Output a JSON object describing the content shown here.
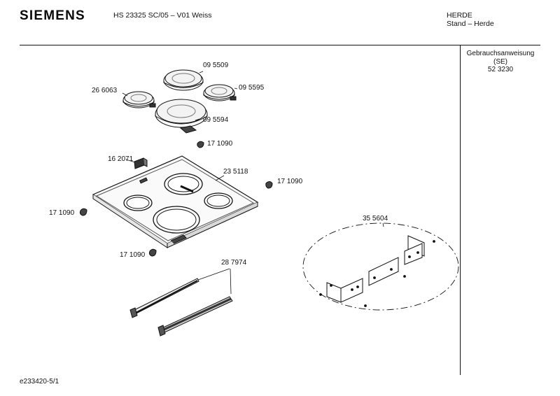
{
  "header": {
    "brand": "SIEMENS",
    "model": "HS 23325 SC/05 – V01 Weiss",
    "category": "HERDE",
    "subcategory": "Stand – Herde"
  },
  "documents": {
    "title": "Gebrauchsanweisung",
    "language": "(SE)",
    "number": "52 3230"
  },
  "parts": {
    "p1": "09 5509",
    "p2": "26 6063",
    "p3": "09 5595",
    "p4": "09 5594",
    "p5": "17 1090",
    "p6": "16 2071",
    "p7": "23 5118",
    "p8": "17 1090",
    "p9": "17 1090",
    "p10": "17 1090",
    "p11": "28 7974",
    "p12": "35 5604"
  },
  "footer": {
    "code": "e233420-5/1"
  }
}
